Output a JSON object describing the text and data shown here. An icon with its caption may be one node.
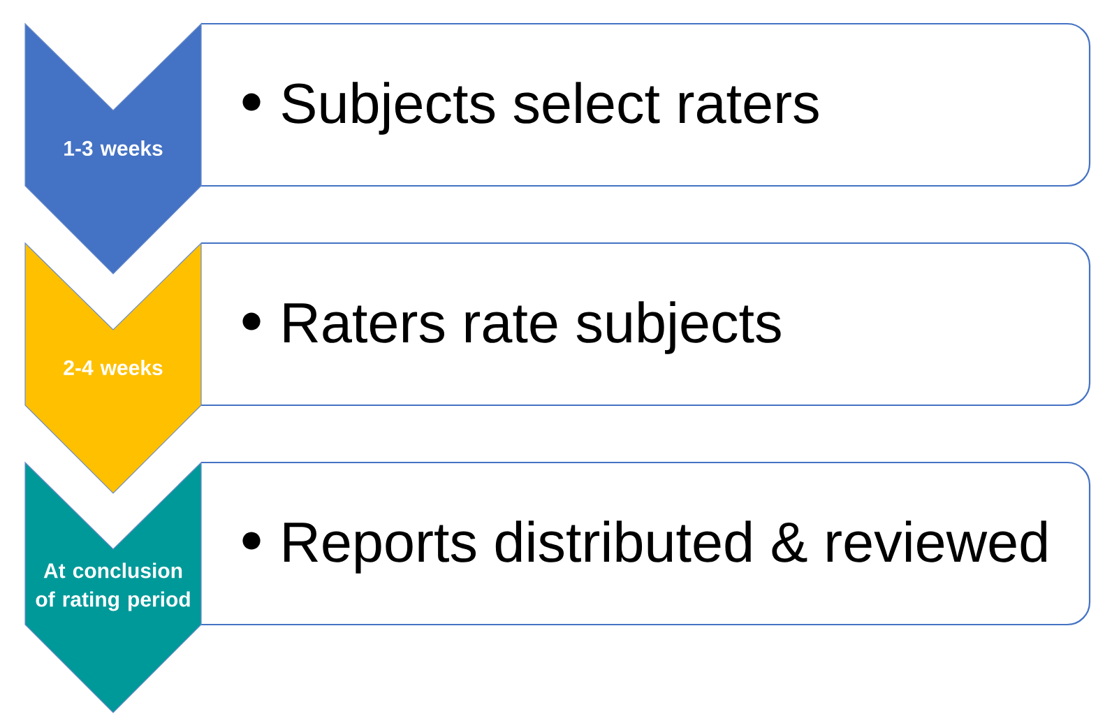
{
  "diagram": {
    "nodes": [
      {
        "text": [
          "1-3 weeks"
        ]
      },
      {
        "text": [
          "Subjects select raters"
        ]
      },
      {
        "text": [
          "2-4 weeks"
        ]
      },
      {
        "text": [
          "Raters rate subjects"
        ]
      },
      {
        "text": [
          "At conclusion of rating period"
        ]
      },
      {
        "text": [
          "Reports distributed & reviewed"
        ]
      }
    ]
  }
}
